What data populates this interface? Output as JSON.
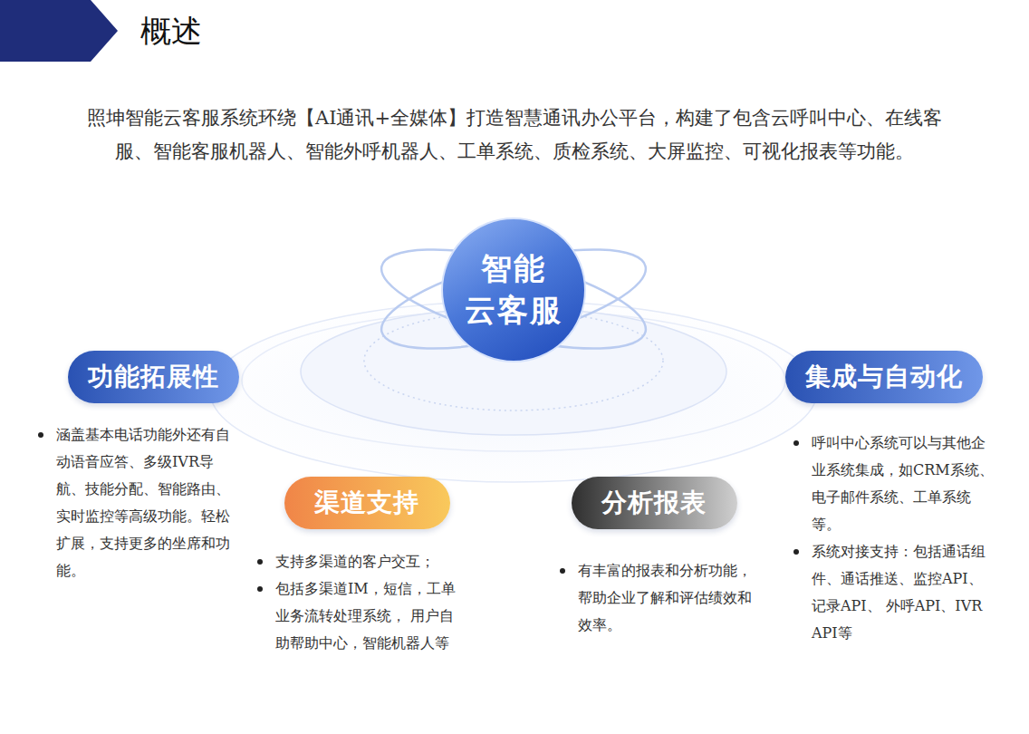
{
  "diagram": {
    "title": "概述",
    "nodes": [
      {
        "text": [
          "智能 云客服"
        ]
      },
      {
        "text": [
          "功能拓展性",
          "涵盖基本电话功能外还有自动语音应答、多级IVR导航、技能分配、智能路由、实时监控等高级功能。轻松扩展，支持更多的坐席和功能。"
        ]
      },
      {
        "text": [
          "集成与自动化",
          "呼叫中心系统可以与其他企业系统集成，如CRM系统、电子邮件系统、工单系统等。",
          "系统对接支持：包括通话组件、通话推送、监控API、记录API、 外呼API、IVR API等"
        ]
      },
      {
        "text": [
          "渠道支持",
          "支持多渠道的客户交互；",
          "包括多渠道IM，短信，工单业务流转处理系统， 用户自助帮助中心，智能机器人等"
        ]
      },
      {
        "text": [
          "分析报表",
          "有丰富的报表和分析功能，帮助企业了解和评估绩效和效率。"
        ]
      }
    ],
    "edges": [],
    "labels": [
      "照坤智能云客服系统环绕【AI通讯+全媒体】打造智慧通讯办公平台，构建了包含云呼叫中心、在线客服、智能客服机器人、智能外呼机器人、工单系统、质检系统、大屏监控、可视化报表等功能。"
    ]
  }
}
